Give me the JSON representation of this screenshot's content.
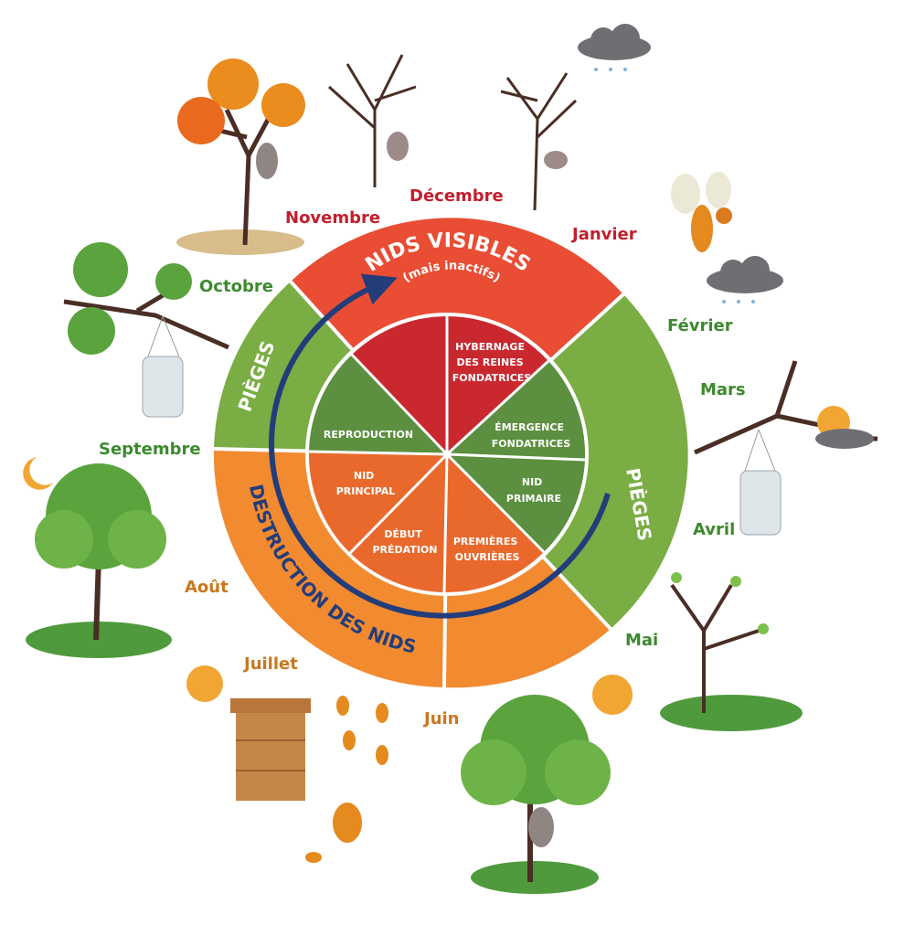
{
  "months": {
    "janvier": "Janvier",
    "fevrier": "Février",
    "mars": "Mars",
    "avril": "Avril",
    "mai": "Mai",
    "juin": "Juin",
    "juillet": "Juillet",
    "aout": "Août",
    "septembre": "Septembre",
    "octobre": "Octobre",
    "novembre": "Novembre",
    "decembre": "Décembre"
  },
  "outer_ring": {
    "nids_visibles": "NIDS VISIBLES",
    "mais_inactifs": "(mais inactifs)",
    "pieges_left": "PIÈGES",
    "pieges_right": "PIÈGES",
    "destruction": "DESTRUCTION DES NIDS"
  },
  "inner": {
    "hybernage": [
      "HYBERNAGE",
      "DES REINES",
      "FONDATRICES"
    ],
    "emergence": [
      "ÉMERGENCE",
      "FONDATRICES"
    ],
    "nid_primaire": [
      "NID",
      "PRIMAIRE"
    ],
    "premieres_ouvrieres": [
      "PREMIÈRES",
      "OUVRIÈRES"
    ],
    "debut_predation": [
      "DÉBUT",
      "PRÉDATION"
    ],
    "nid_principal": [
      "NID",
      "PRINCIPAL"
    ],
    "reproduction": [
      "REPRODUCTION"
    ]
  },
  "colors": {
    "red": "#e94d34",
    "red_dark": "#c9282f",
    "green": "#7aad44",
    "green_dark": "#5c8f3f",
    "orange": "#f28a30",
    "orange_dark": "#e9692c",
    "arrow": "#233d7a",
    "month_red": "#c31e2d",
    "month_green": "#3c8a2e",
    "month_orange": "#c9771e"
  }
}
